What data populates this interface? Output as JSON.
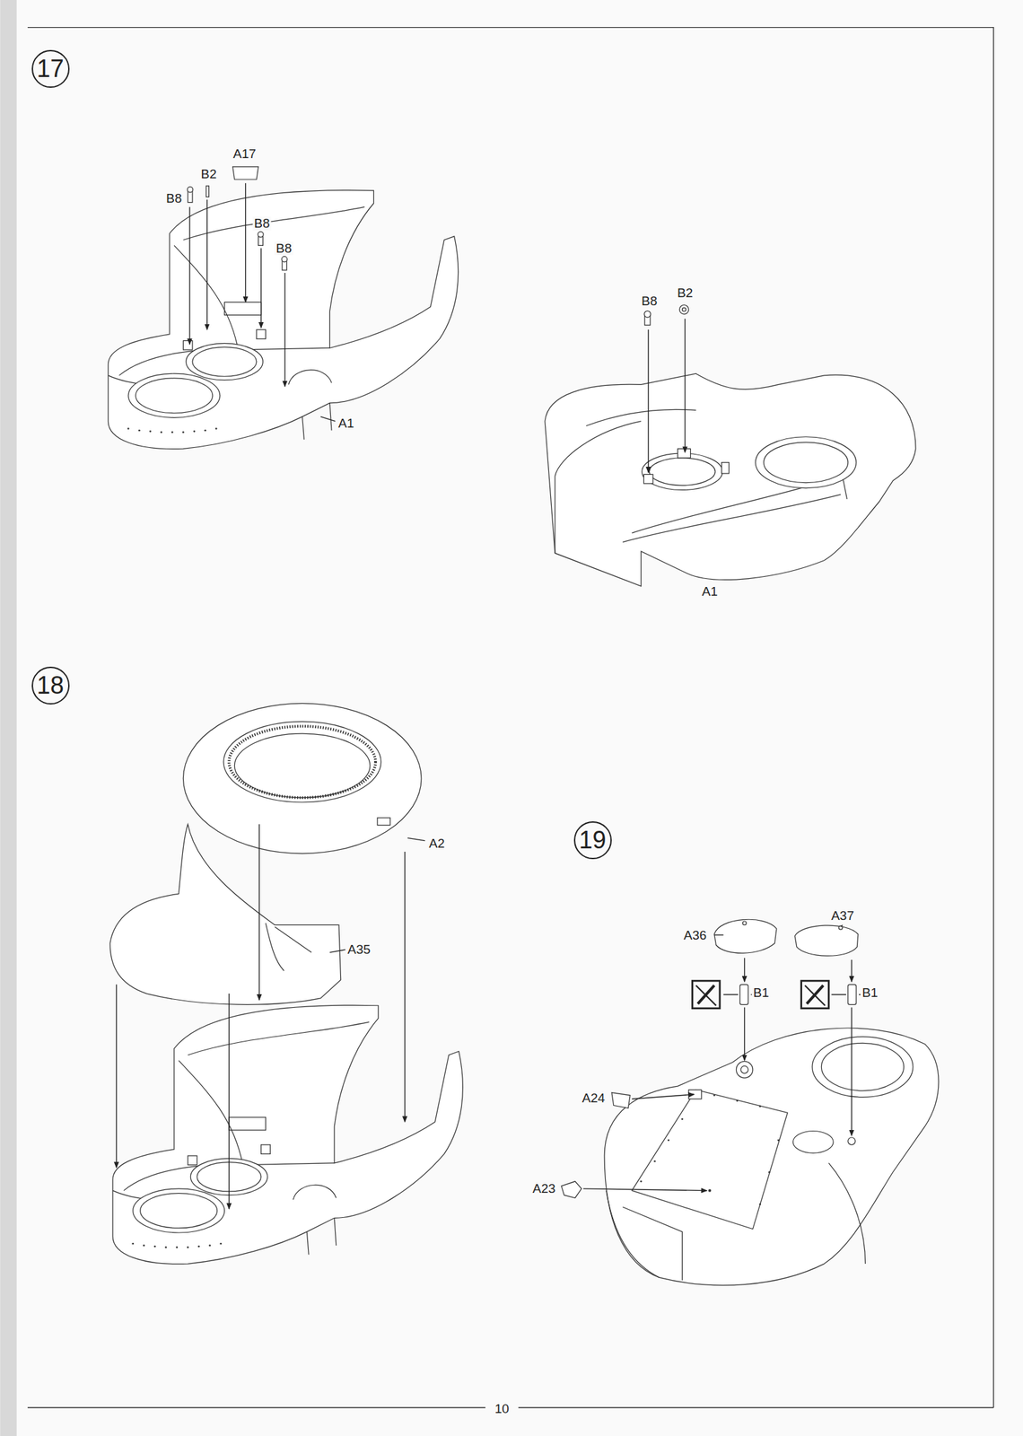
{
  "diagram": {
    "nodes": [
      {
        "text": [
          "17"
        ]
      },
      {
        "text": [
          "18"
        ]
      },
      {
        "text": [
          "19"
        ]
      }
    ],
    "labels": [
      "A17",
      "B2",
      "B8",
      "B8",
      "B8",
      "A1",
      "B8",
      "B2",
      "A1",
      "A2",
      "A35",
      "A37",
      "A36",
      "B1",
      "B1",
      "A24",
      "A23",
      "10"
    ]
  }
}
